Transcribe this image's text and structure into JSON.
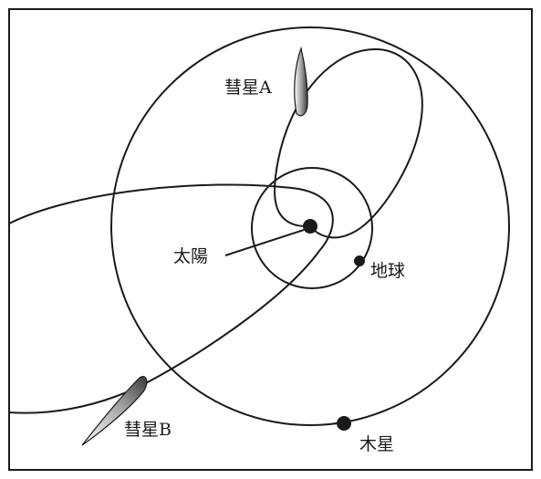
{
  "labels": {
    "comet_a": "彗星A",
    "comet_b": "彗星B",
    "sun": "太陽",
    "earth": "地球",
    "jupiter": "木星"
  },
  "colors": {
    "stroke": "#1a1a1a",
    "background": "#ffffff"
  }
}
